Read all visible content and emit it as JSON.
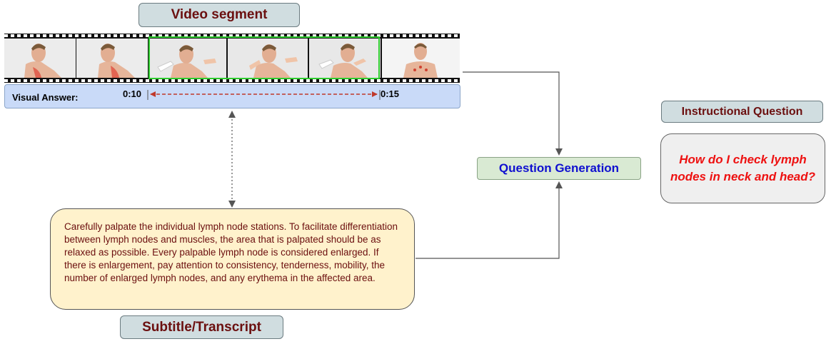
{
  "video_segment": {
    "title": "Video segment",
    "frame_count": 6,
    "visual_answer_label": "Visual Answer:",
    "start_time": "0:10",
    "end_time": "0:15",
    "highlight_color": "#2ecc2e",
    "range_arrow_color": "#c0392b"
  },
  "transcript": {
    "title": "Subtitle/Transcript",
    "text": "Carefully palpate the individual lymph node stations. To facilitate differentiation between lymph nodes and muscles, the area that is palpated should be as relaxed as possible. Every palpable lymph node is considered enlarged. If there is enlargement, pay attention to consistency, tenderness, mobility, the number of enlarged lymph nodes, and any erythema in the affected area."
  },
  "question_generation": {
    "label": "Question Generation"
  },
  "instructional_question": {
    "title": "Instructional Question",
    "text": "How do I check lymph nodes in neck and head?"
  },
  "colors": {
    "title_text": "#6b0f0f",
    "title_bg": "#d0dde0",
    "answer_bar_bg": "#c9daf8",
    "transcript_bg": "#fff2cc",
    "qgen_bg": "#d9ead3",
    "qgen_text": "#1010d0",
    "question_text": "#ee1111"
  }
}
